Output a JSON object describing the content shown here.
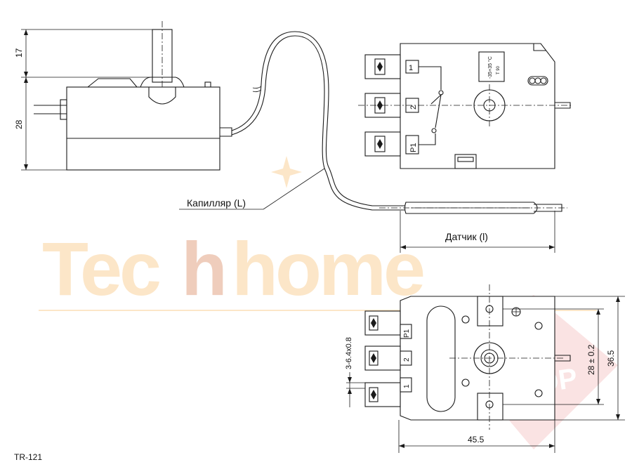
{
  "watermark": {
    "brand_left": "Tec",
    "brand_mid": "h",
    "brand_right": "home",
    "shop": "SHOP",
    "color": "#f3a63a"
  },
  "side_view": {
    "dim_top": "17",
    "dim_body": "28"
  },
  "labels": {
    "capillary": "Капилляр (L)",
    "sensor": "Датчик (l)",
    "model": "TR-121"
  },
  "top_view": {
    "terminals": [
      "1",
      "2",
      "P1"
    ],
    "range_text": "-35+35 °C",
    "sub_text": "T 90"
  },
  "bottom_view": {
    "terminals": [
      "P1",
      "2",
      "1"
    ],
    "dim_terminals": "3-6.4x0.8",
    "dim_width": "45.5",
    "dim_hole": "28 ± 0.2",
    "dim_height": "36.5"
  }
}
